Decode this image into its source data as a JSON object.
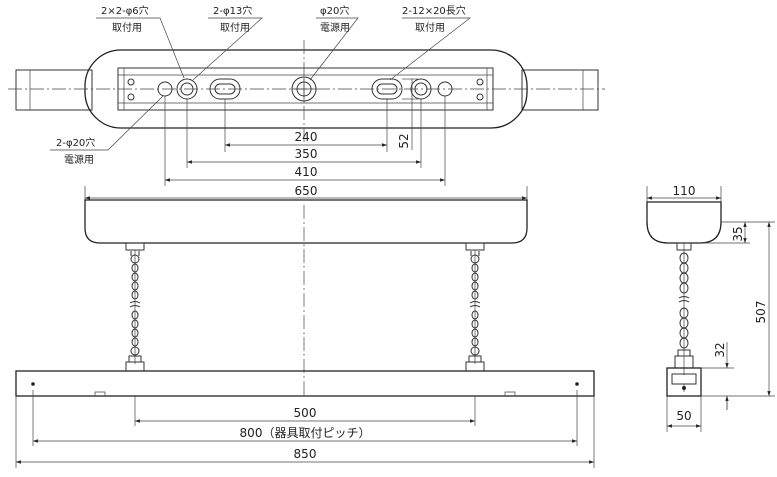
{
  "labels": {
    "hole_2x2_6": "2×2-φ6穴",
    "hole_2x2_6_use": "取付用",
    "hole_2_13": "2-φ13穴",
    "hole_2_13_use": "取付用",
    "hole_20": "φ20穴",
    "hole_20_use": "電源用",
    "slot_2_12x20": "2-12×20長穴",
    "slot_2_12x20_use": "取付用",
    "hole_2_20": "2-φ20穴",
    "hole_2_20_use": "電源用"
  },
  "dimensions": {
    "d240": "240",
    "d350": "350",
    "d410": "410",
    "d52": "52",
    "d650": "650",
    "d500": "500",
    "d800": "800（器具取付ピッチ）",
    "d850": "850",
    "d110": "110",
    "d35": "35",
    "d507": "507",
    "d32": "32",
    "d50": "50"
  }
}
